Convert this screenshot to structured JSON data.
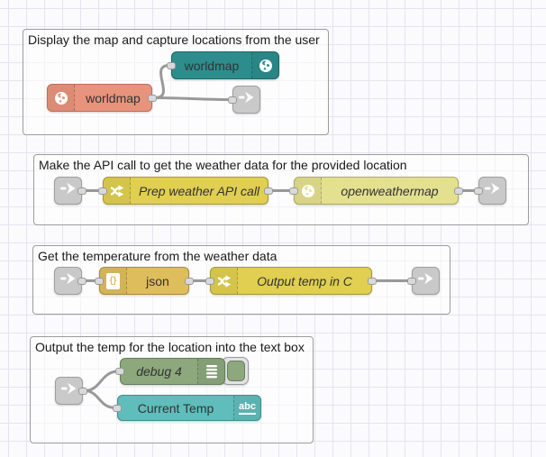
{
  "app": {
    "name": "Node-RED flow editor canvas"
  },
  "colors": {
    "canvas_bg": "#fbfbfd",
    "grid_line": "#e4e4ef",
    "group_border": "#9c9c9c",
    "wire": "#999999",
    "port": "#d9d9d9",
    "link_node": "#c9c9c9",
    "worldmap_node": "#2D8D8D",
    "worldmap_in_node": "#E8937C",
    "function_node": "#E0CF50",
    "openweathermap_node": "#E3E08F",
    "json_node": "#DEBD5C",
    "debug_node": "#8CA87C",
    "ui_text_node": "#5FBDBB"
  },
  "icons": {
    "json_braces": "{}",
    "abc_text": "abc"
  },
  "groups": [
    {
      "title": "Display the map and capture locations from the user",
      "nodes": [
        {
          "label": "worldmap",
          "type": "worldmap",
          "icon": "globe-icon"
        },
        {
          "label": "worldmap",
          "type": "worldmap in",
          "icon": "globe-icon"
        },
        {
          "type": "link out",
          "icon": "link-icon"
        }
      ]
    },
    {
      "title": "Make the API call to get the weather data for the provided location",
      "nodes": [
        {
          "type": "link in",
          "icon": "link-icon"
        },
        {
          "label": "Prep weather API call",
          "type": "change",
          "icon": "swap-arrows-icon"
        },
        {
          "label": "openweathermap",
          "type": "openweathermap",
          "icon": "globe-icon"
        },
        {
          "type": "link out",
          "icon": "link-icon"
        }
      ]
    },
    {
      "title": "Get the temperature from the weather data",
      "nodes": [
        {
          "type": "link in",
          "icon": "link-icon"
        },
        {
          "label": "json",
          "type": "json",
          "icon": "json-braces-icon"
        },
        {
          "label": "Output temp in C",
          "type": "change",
          "icon": "swap-arrows-icon"
        },
        {
          "type": "link out",
          "icon": "link-icon"
        }
      ]
    },
    {
      "title": "Output the temp for the location into the text box",
      "nodes": [
        {
          "type": "link in",
          "icon": "link-icon"
        },
        {
          "label": "debug 4",
          "type": "debug",
          "icon": "debug-output-icon",
          "toggle": "enabled"
        },
        {
          "label": "Current Temp",
          "type": "ui_text",
          "icon": "abc-icon"
        }
      ]
    }
  ]
}
